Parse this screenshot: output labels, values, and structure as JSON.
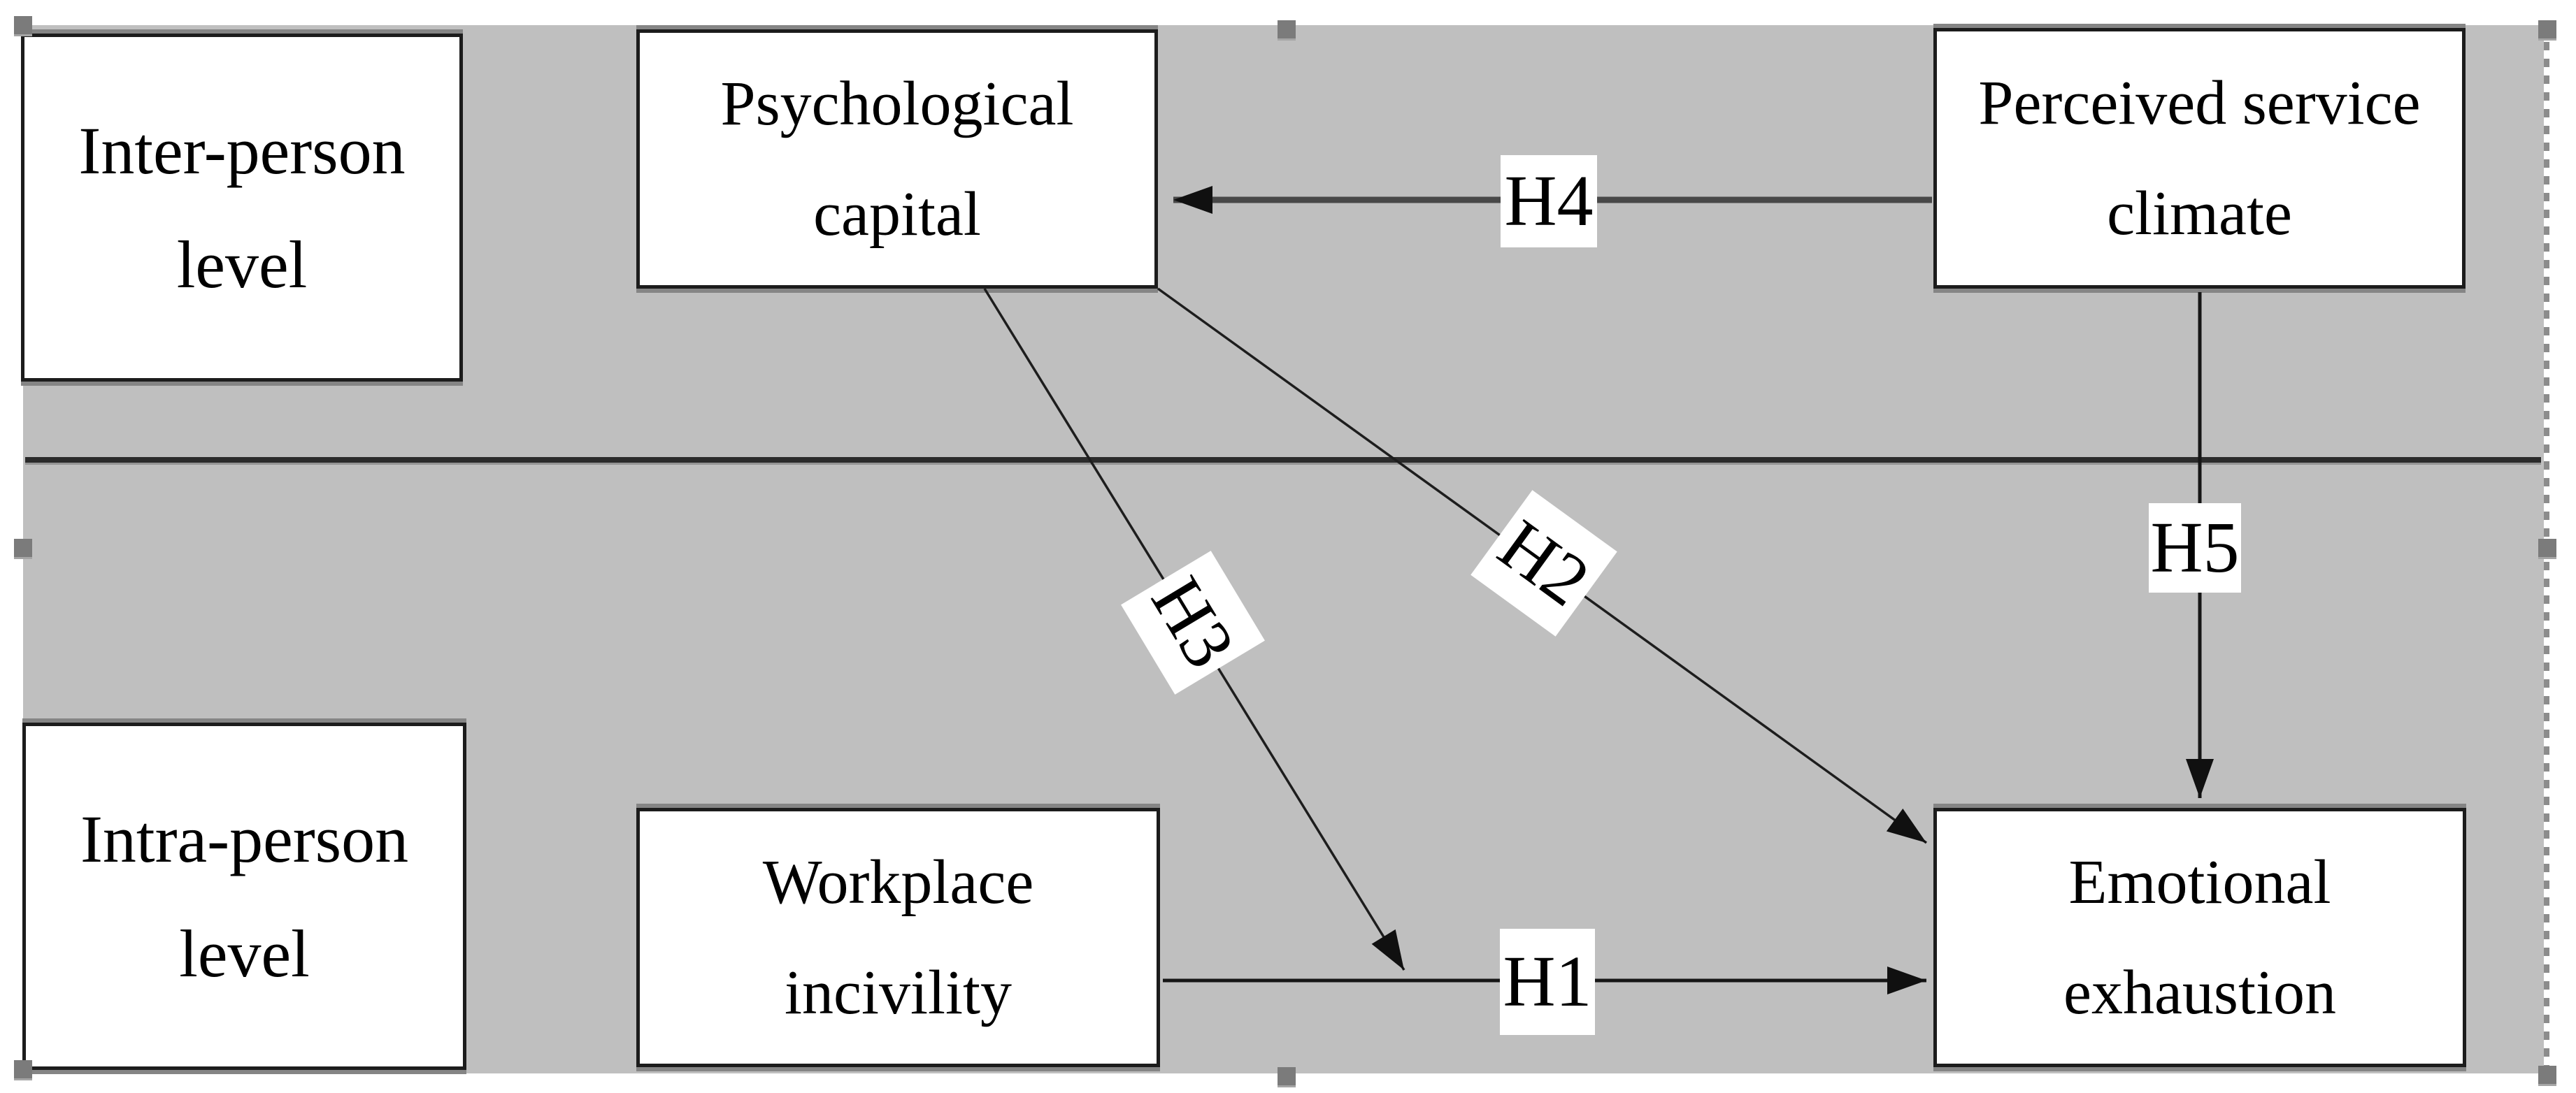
{
  "figure": {
    "levels": [
      {
        "label": "Inter-person level"
      },
      {
        "label": "Intra-person level"
      }
    ],
    "constructs": [
      {
        "label": "Psychological capital"
      },
      {
        "label": "Perceived service climate"
      },
      {
        "label": "Workplace incivility"
      },
      {
        "label": "Emotional exhaustion"
      }
    ],
    "hypotheses": [
      {
        "label": "H1",
        "from": "Workplace incivility",
        "to": "Emotional exhaustion"
      },
      {
        "label": "H2",
        "from": "Psychological capital",
        "to": "Emotional exhaustion"
      },
      {
        "label": "H3",
        "from": "Psychological capital",
        "to": "H1 path (Workplace incivility → Emotional exhaustion)"
      },
      {
        "label": "H4",
        "from": "Perceived service climate",
        "to": "Psychological capital"
      },
      {
        "label": "H5",
        "from": "Perceived service climate",
        "to": "Emotional exhaustion"
      }
    ],
    "colors": {
      "canvas_background": "#bfbfbf",
      "box_fill": "#ffffff",
      "box_border": "#1c1c1c",
      "line": "#1a1a1a",
      "selection_handle": "#7b7b7b"
    }
  }
}
